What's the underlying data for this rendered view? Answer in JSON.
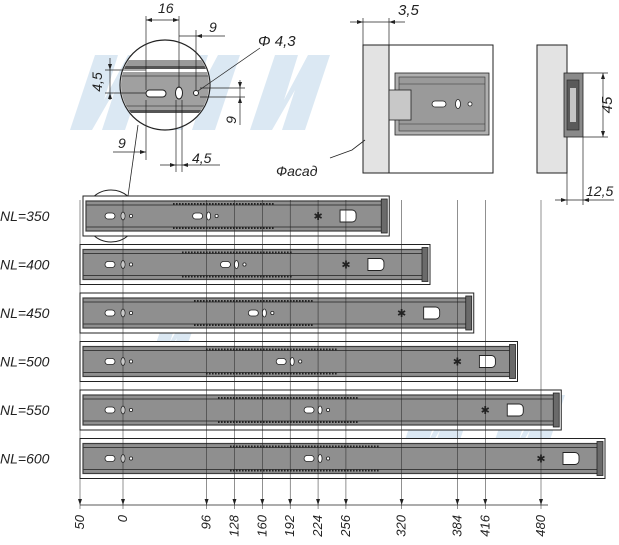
{
  "detail": {
    "dim_16": "16",
    "dim_9_top": "9",
    "dim_diameter": "Φ 4,3",
    "dim_4_5_left": "4,5",
    "dim_9_right": "9",
    "dim_9_bottom": "9",
    "dim_4_5_bottom": "4,5"
  },
  "front_view": {
    "dim_3_5": "3,5",
    "facade_label": "Фасад"
  },
  "side_view": {
    "dim_45": "45",
    "dim_12_5": "12,5"
  },
  "slides": [
    {
      "label": "NL=350",
      "length_mm": 350
    },
    {
      "label": "NL=400",
      "length_mm": 400
    },
    {
      "label": "NL=450",
      "length_mm": 450
    },
    {
      "label": "NL=500",
      "length_mm": 500
    },
    {
      "label": "NL=550",
      "length_mm": 550
    },
    {
      "label": "NL=600",
      "length_mm": 600
    }
  ],
  "axis_ticks": [
    "50",
    "0",
    "96",
    "128",
    "160",
    "192",
    "224",
    "256",
    "320",
    "384",
    "416",
    "480"
  ],
  "colors": {
    "rail_fill": "#8f8f8f",
    "rail_dark": "#3c3c3c",
    "facade_fill": "#e3e3e3",
    "watermark": "#dbe8f3"
  }
}
